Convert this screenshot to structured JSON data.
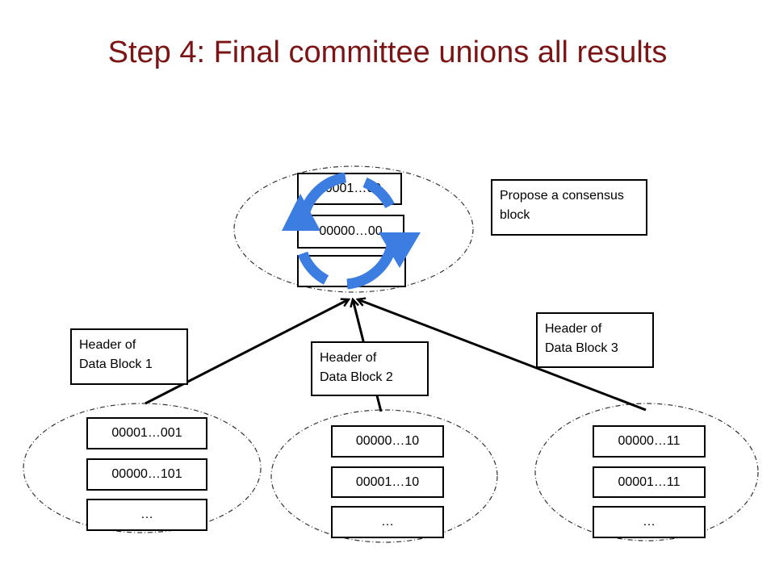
{
  "slide": {
    "title": "Step 4: Final committee unions all results"
  },
  "top_committee": {
    "records": [
      "00001…00",
      "00000…00",
      ""
    ],
    "note": "Propose a consensus block",
    "icon": "refresh-sync-icon"
  },
  "labels": {
    "header1": "Header of\nData Block 1",
    "header2": "Header of\nData Block 2",
    "header3": "Header of\nData Block 3"
  },
  "committees": [
    {
      "records": [
        "00001…001",
        "00000…101",
        "…"
      ]
    },
    {
      "records": [
        "00000…10",
        "00001…10",
        "…"
      ]
    },
    {
      "records": [
        "00000…11",
        "00001…11",
        "…"
      ]
    }
  ],
  "colors": {
    "title": "#7b1515",
    "sync_icon": "#3b7de0"
  }
}
